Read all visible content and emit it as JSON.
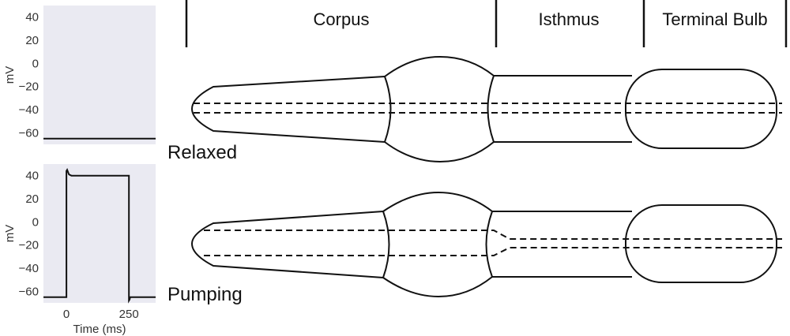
{
  "section_labels": {
    "corpus": "Corpus",
    "isthmus": "Isthmus",
    "terminal_bulb": "Terminal Bulb"
  },
  "state_labels": {
    "relaxed": "Relaxed",
    "pumping": "Pumping"
  },
  "chart_data": [
    {
      "type": "line",
      "name": "relaxed-trace",
      "ylabel": "mV",
      "xlabel": "",
      "yticks": [
        40,
        20,
        0,
        -20,
        -40,
        -60
      ],
      "ylim": [
        -70,
        50
      ],
      "xlim": [
        -92,
        357
      ],
      "background": "#eaeaf2",
      "x": [
        -92,
        357
      ],
      "y": [
        -65,
        -65
      ]
    },
    {
      "type": "line",
      "name": "pumping-trace",
      "ylabel": "mV",
      "xlabel": "Time (ms)",
      "yticks": [
        40,
        20,
        0,
        -20,
        -40,
        -60
      ],
      "xticks": [
        0,
        250
      ],
      "ylim": [
        -70,
        50
      ],
      "xlim": [
        -92,
        357
      ],
      "background": "#eaeaf2",
      "x": [
        -92,
        0,
        0,
        3,
        10,
        20,
        250,
        250,
        253,
        255,
        357
      ],
      "y": [
        -65,
        -65,
        44,
        45,
        41,
        40,
        40,
        -68,
        -67,
        -65,
        -65
      ]
    }
  ]
}
